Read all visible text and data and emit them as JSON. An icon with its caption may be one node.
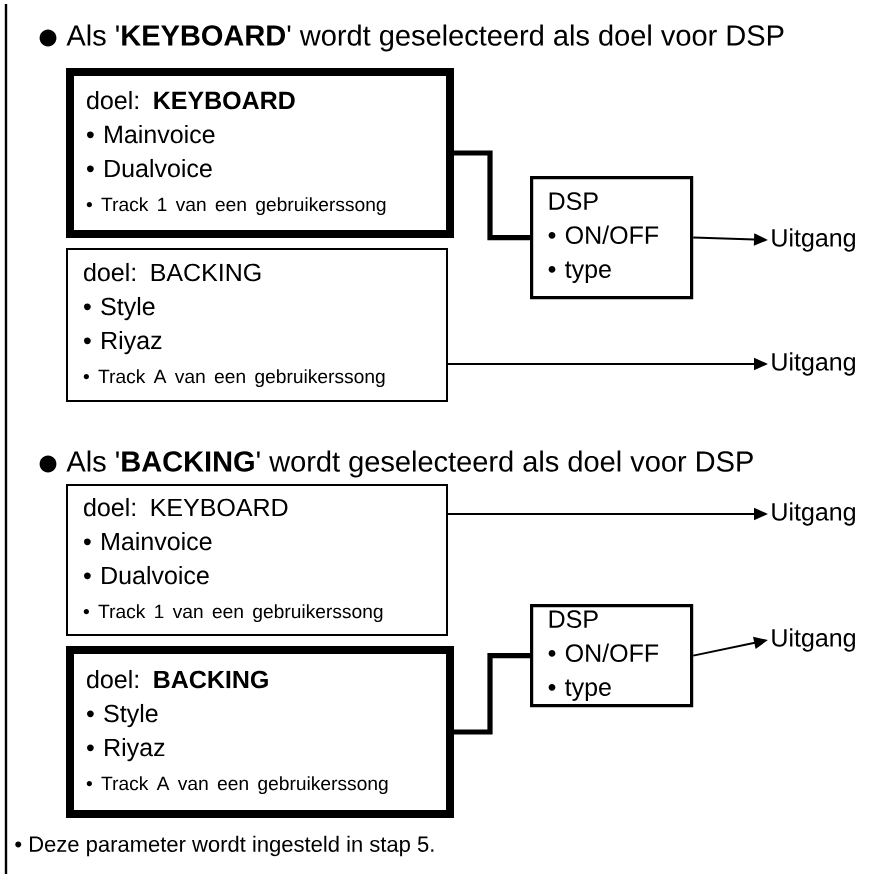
{
  "diagram": {
    "nodes": [
      {
        "text": [
          "doel: **KEYBOARD**",
          "• Mainvoice",
          "• Dualvoice",
          "• Track 1 van een gebruikerssong"
        ]
      },
      {
        "text": [
          "DSP",
          "• ON/OFF",
          "• type"
        ]
      },
      {
        "text": [
          "Uitgang"
        ]
      },
      {
        "text": [
          "doel: BACKING",
          "• Style",
          "• Riyaz",
          "• Track A van een gebruikerssong"
        ]
      },
      {
        "text": [
          "Uitgang"
        ]
      },
      {
        "text": [
          "doel: KEYBOARD",
          "• Mainvoice",
          "• Dualvoice",
          "• Track 1 van een gebruikerssong"
        ]
      },
      {
        "text": [
          "Uitgang"
        ]
      },
      {
        "text": [
          "DSP",
          "• ON/OFF",
          "• type"
        ]
      },
      {
        "text": [
          "Uitgang"
        ]
      },
      {
        "text": [
          "doel: **BACKING**",
          "• Style",
          "• Riyaz",
          "• Track A van een gebruikerssong"
        ]
      }
    ],
    "edges": [
      {
        "from": 0,
        "to": 1,
        "arrow": "none",
        "style": "thick"
      },
      {
        "from": 1,
        "to": 2,
        "arrow": "to"
      },
      {
        "from": 3,
        "to": 4,
        "arrow": "to"
      },
      {
        "from": 5,
        "to": 6,
        "arrow": "to"
      },
      {
        "from": 9,
        "to": 7,
        "arrow": "none",
        "style": "thick"
      },
      {
        "from": 7,
        "to": 8,
        "arrow": "to"
      }
    ],
    "labels": [
      "Als '**KEYBOARD**' wordt geselecteerd als doel voor DSP",
      "Als '**BACKING**' wordt geselecteerd als doel voor DSP",
      "• Deze parameter wordt ingesteld in stap 5."
    ]
  }
}
